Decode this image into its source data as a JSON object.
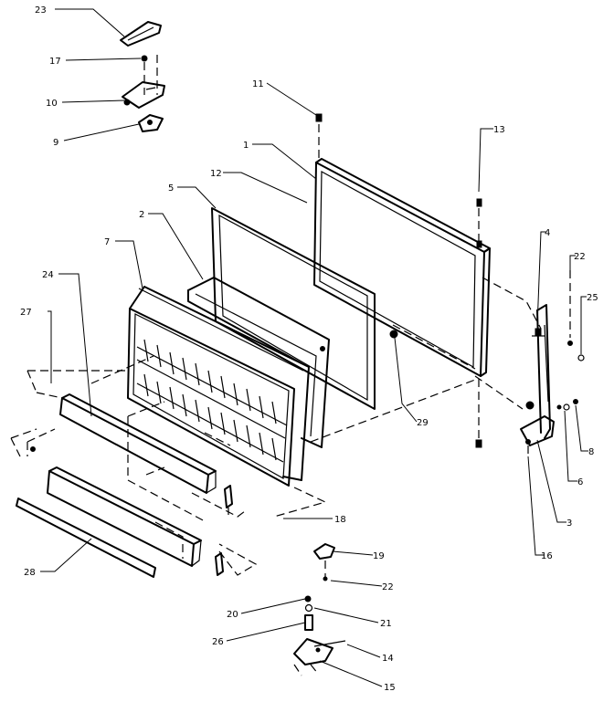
{
  "callouts": {
    "c1": "1",
    "c2": "2",
    "c3": "3",
    "c4": "4",
    "c5": "5",
    "c6": "6",
    "c7": "7",
    "c8": "8",
    "c9": "9",
    "c10": "10",
    "c11": "11",
    "c12": "12",
    "c13": "13",
    "c14": "14",
    "c15": "15",
    "c16": "16",
    "c17": "17",
    "c18": "18",
    "c19": "19",
    "c20": "20",
    "c21": "21",
    "c22a": "22",
    "c22b": "22",
    "c23": "23",
    "c24": "24",
    "c25": "25",
    "c26": "26",
    "c27": "27",
    "c28": "28",
    "c29": "29"
  }
}
